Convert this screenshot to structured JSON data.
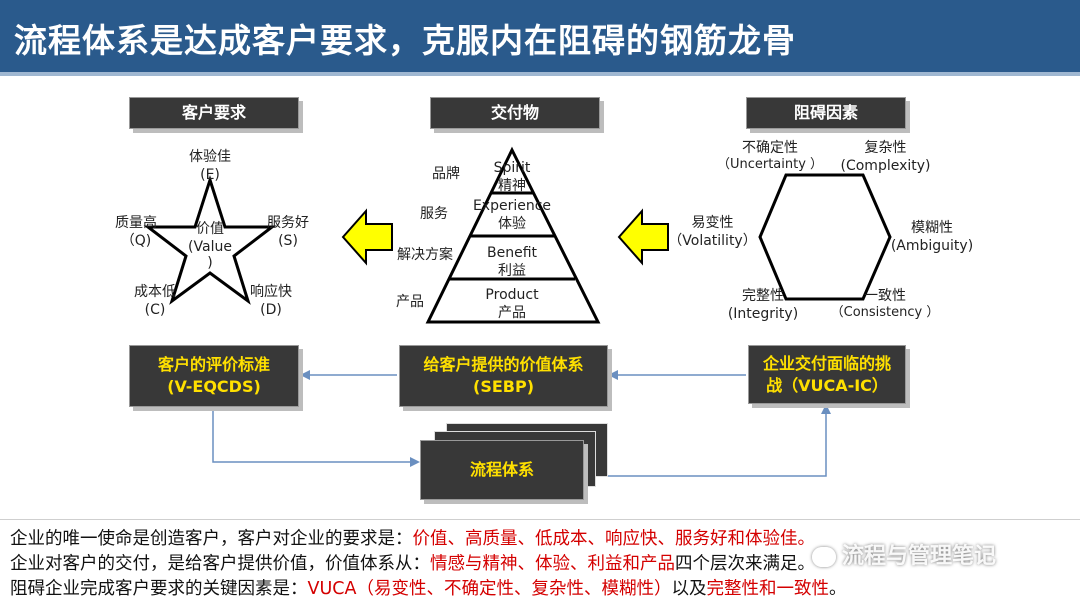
{
  "slide": {
    "title": "流程体系是达成客户要求，克服内在阻碍的钢筋龙骨"
  },
  "headers": {
    "customer_requirements": "客户要求",
    "deliverables": "交付物",
    "obstacles": "阻碍因素"
  },
  "star": {
    "top": "体验佳",
    "top_code": "(E)",
    "left": "质量高",
    "left_code": "（Q)",
    "right": "服务好",
    "right_code": "(S)",
    "bottom_left": "成本低",
    "bottom_left_code": "(C)",
    "bottom_right": "响应快",
    "bottom_right_code": "(D)",
    "center": "价值",
    "center_en": "(Value",
    "center_tail": ")"
  },
  "pyramid": {
    "left_labels": [
      "品牌",
      "服务",
      "解决方案",
      "产品"
    ],
    "levels": [
      {
        "en": "Spirit",
        "zh": "精神"
      },
      {
        "en": "Experience",
        "zh": "体验"
      },
      {
        "en": "Benefit",
        "zh": "利益"
      },
      {
        "en": "Product",
        "zh": "产品"
      }
    ]
  },
  "hexagon": {
    "top_left": "不确定性",
    "top_left_en": "（Uncertainty ）",
    "top_right": "复杂性",
    "top_right_en": "(Complexity)",
    "left": "易变性",
    "left_en": "（Volatility）",
    "right": "模糊性",
    "right_en": "(Ambiguity)",
    "bottom_left": "完整性",
    "bottom_left_en": "(Integrity)",
    "bottom_right": "一致性",
    "bottom_right_en": "（Consistency ）"
  },
  "boxes": {
    "customer_standard_line1": "客户的评价标准",
    "customer_standard_line2": "(V-EQCDS)",
    "value_system_line1": "给客户提供的价值体系",
    "value_system_line2": "(SEBP)",
    "challenges_line1": "企业交付面临的挑",
    "challenges_line2": "战（VUCA-IC）",
    "process_system": "流程体系"
  },
  "bottom": {
    "line1_prefix": "企业的唯一使命是创造客户，客户对企业的要求是：",
    "line1_red": "价值、高质量、低成本、响应快、服务好和体验佳。",
    "line2_prefix": "企业对客户的交付，是给客户提供价值，价值体系从：",
    "line2_red": "情感与精神、体验、利益和产品",
    "line2_suffix": "四个层次来满足。",
    "line3_prefix": "阻碍企业完成客户要求的关键因素是：",
    "line3_red1": "VUCA（易变性、不确定性、复杂性、模糊性）",
    "line3_mid": "以及",
    "line3_red2": "完整性和一致性",
    "line3_end": "。"
  },
  "watermark": "流程与管理笔记",
  "colors": {
    "header_bg": "#2a5a8c",
    "box_bg": "#383838",
    "box_text_yellow": "#ffe000",
    "arrow_yellow": "#ffff00",
    "connector_blue": "#6a8fc0",
    "highlight_red": "#d40000"
  }
}
